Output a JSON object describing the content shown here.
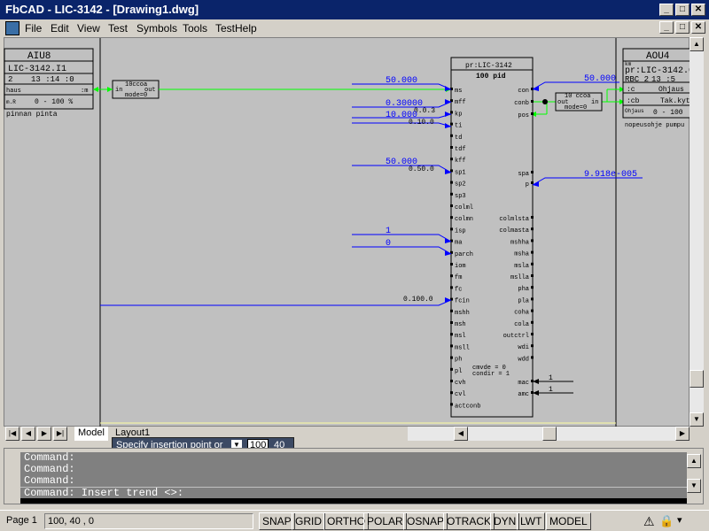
{
  "window": {
    "title": "FbCAD - LIC-3142 - [Drawing1.dwg]",
    "min": "_",
    "max": "□",
    "close": "✕"
  },
  "menu": [
    "File",
    "Edit",
    "View",
    "Test",
    "Symbols",
    "Tools",
    "TestHelp"
  ],
  "colors": {
    "canvas": "#c0c0c0",
    "wire_green": "#00ff00",
    "wire_blue": "#0000ff",
    "title_blue": "#0a246a"
  },
  "blocks": {
    "aiu": {
      "name": "AIU8",
      "tag": "LIC-3142.I1",
      "row1": [
        "2",
        "13 :14 :0"
      ],
      "label_left": "haus",
      "label_right": ":m",
      "range_a": "m.R",
      "range_b": "0 - 100 %",
      "desc": "pinnan pinta"
    },
    "ccoa_left": {
      "l1": "10ccoa",
      "in": "in",
      "out": "out",
      "l3": "mode=0"
    },
    "pid": {
      "head": "pr:LIC-3142",
      "sub": "100 pid",
      "pins_left": [
        "ms",
        "mff",
        "kp",
        "ti",
        "td",
        "tdf",
        "kff",
        "sp1",
        "sp2",
        "sp3",
        "colml",
        "colmn",
        "isp",
        "ma",
        "parch",
        "iom",
        "fm",
        "fc",
        "fcin",
        "mshh",
        "msh",
        "msl",
        "msll",
        "ph",
        "pl",
        "cvh",
        "cvl",
        "actconb"
      ],
      "pins_right_top": [
        "con",
        "conb",
        "pos"
      ],
      "pins_right_mid": [
        "spa",
        "p"
      ],
      "pins_right_low": [
        "colmlsta",
        "colmasta",
        "mshha",
        "msha",
        "msla",
        "mslla",
        "pha",
        "pla",
        "coha",
        "cola",
        "outctrl",
        "wdi",
        "wdd"
      ],
      "pins_right_bottom": [
        "mac",
        "amc"
      ],
      "mode": "cmvde = 0",
      "condir": "condir = 1"
    },
    "ccoa_right": {
      "l1": "10 ccoa",
      "out": "out",
      "in": "in",
      "l3": "mode=0"
    },
    "aou": {
      "name": "AOU4",
      "hdr": "km",
      "tag": "pr:LIC-3142.0",
      "row1": [
        "RBC 2",
        "13 :5"
      ],
      "label_a": ":c",
      "label_a2": "Ohjaus",
      "label_b": ":cb",
      "label_b2": "Tak.kyt",
      "range_a": "Ohjaus",
      "range_b": "0 - 100",
      "desc": "nopeusohje pumpu"
    }
  },
  "values": {
    "ms": "50.000",
    "mff": "0.30000",
    "mff2": "0.0.3",
    "kp": "10.000",
    "ti": "0.10.0",
    "sp1": "50.000",
    "sp1b": "0.50.0",
    "isp": "1",
    "ma": "0",
    "fcin": "0.100.0",
    "con": "50.000",
    "p": "9.918e-005",
    "mac": "1",
    "amc": "1"
  },
  "tabs": {
    "model": "Model",
    "layout": "Layout1"
  },
  "prompt": {
    "label": "Specify insertion point or",
    "x": "100",
    "y": "40"
  },
  "command": {
    "lines": [
      "Command:",
      "Command:",
      "Command:"
    ],
    "current": "Command:  Insert trend <>:"
  },
  "status": {
    "page": "Page 1",
    "coords": "100, 40 , 0",
    "toggles": [
      "SNAP",
      "GRID",
      "ORTHO",
      "POLAR",
      "OSNAP",
      "OTRACK",
      "DYN",
      "LWT",
      "MODEL"
    ]
  }
}
